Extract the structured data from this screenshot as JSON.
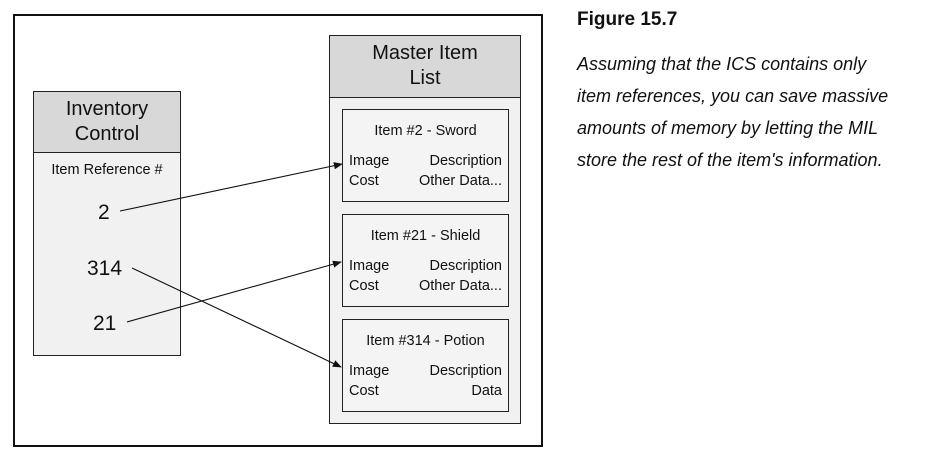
{
  "inventory": {
    "title_line1": "Inventory",
    "title_line2": "Control",
    "subheading": "Item Reference #",
    "refs": [
      "2",
      "314",
      "21"
    ]
  },
  "master": {
    "title_line1": "Master Item",
    "title_line2": "List",
    "items": [
      {
        "title": "Item #2 - Sword",
        "a": "Image",
        "b": "Description",
        "c": "Cost",
        "d": "Other Data..."
      },
      {
        "title": "Item #21 - Shield",
        "a": "Image",
        "b": "Description",
        "c": "Cost",
        "d": "Other Data..."
      },
      {
        "title": "Item #314 - Potion",
        "a": "Image",
        "b": "Description",
        "c": "Cost",
        "d": "Data"
      }
    ]
  },
  "figure": {
    "title": "Figure 15.7",
    "caption_lines": [
      "Assuming that the ICS contains only",
      "item references, you can save massive",
      "amounts of memory by letting the MIL",
      "store the rest of the item's information."
    ]
  }
}
